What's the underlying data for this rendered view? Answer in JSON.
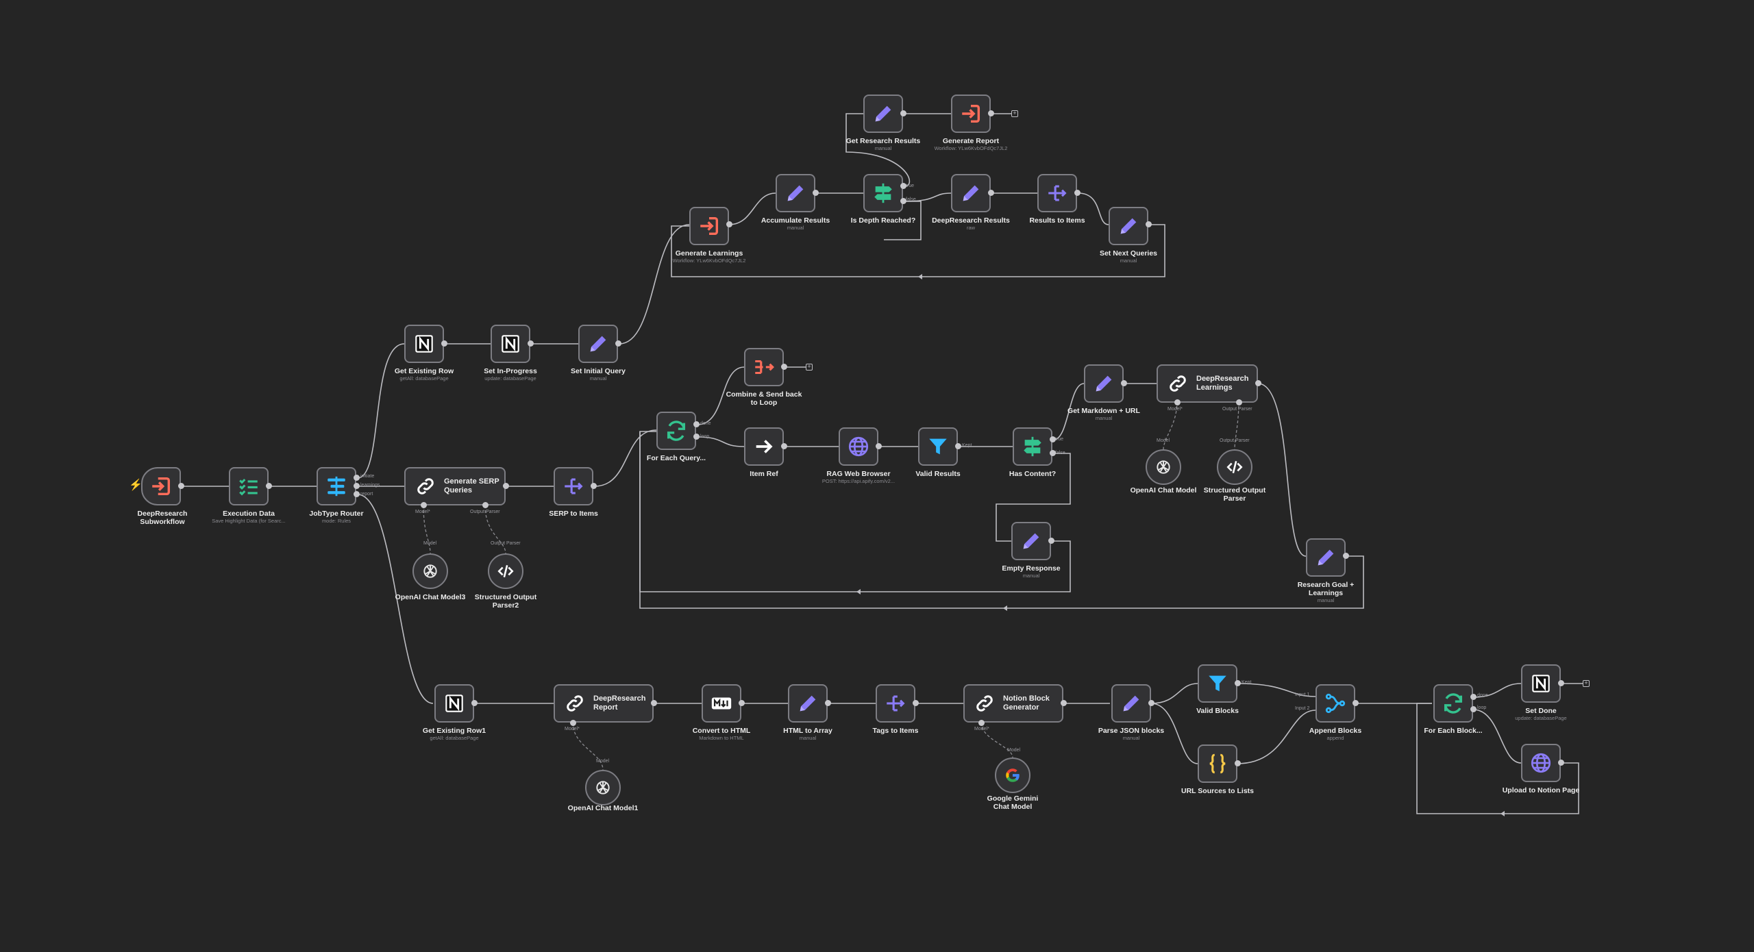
{
  "canvas": {
    "background": "#252525",
    "node_fill": "#323234",
    "node_border": "#7d7d83",
    "wire_color": "#bdbdc2"
  },
  "colors": {
    "notion": "#ffffff",
    "edit": "#8b7cf6",
    "router": "#2fb7ff",
    "filter": "#2fb7ff",
    "if": "#34c38f",
    "workflow": "#ff6d5a",
    "loop": "#34c38f",
    "globe": "#8b7cf6",
    "split": "#8b7cf6",
    "json": "#f7c948"
  },
  "nodes": {
    "trigger": {
      "title": "DeepResearch Subworkflow",
      "subtitle": "",
      "icon": "sign-in-icon"
    },
    "execution_data": {
      "title": "Execution Data",
      "subtitle": "Save Highlight Data (for Searc...",
      "icon": "checklist-icon"
    },
    "jobtype_router": {
      "title": "JobType Router",
      "subtitle": "mode: Rules",
      "icon": "router-icon",
      "outputs": [
        "initiate",
        "learnings",
        "report"
      ]
    },
    "get_existing_row": {
      "title": "Get Existing Row",
      "subtitle": "getAll: databasePage",
      "icon": "notion-icon"
    },
    "set_in_progress": {
      "title": "Set In-Progress",
      "subtitle": "update: databasePage",
      "icon": "notion-icon"
    },
    "set_initial_query": {
      "title": "Set Initial Query",
      "subtitle": "manual",
      "icon": "pencil-icon"
    },
    "generate_learnings": {
      "title": "Generate Learnings",
      "subtitle": "Workflow: YLw6KvbOFdQc7JL2",
      "icon": "sign-in-icon"
    },
    "accumulate_results": {
      "title": "Accumulate Results",
      "subtitle": "manual",
      "icon": "pencil-icon"
    },
    "is_depth_reached": {
      "title": "Is Depth Reached?",
      "subtitle": "",
      "icon": "signpost-icon",
      "outputs": [
        "true",
        "false"
      ]
    },
    "get_research_results": {
      "title": "Get Research Results",
      "subtitle": "manual",
      "icon": "pencil-icon"
    },
    "generate_report": {
      "title": "Generate Report",
      "subtitle": "Workflow: YLw6KvbOFdQc7JL2",
      "icon": "sign-in-icon"
    },
    "deepresearch_results": {
      "title": "DeepResearch Results",
      "subtitle": "raw",
      "icon": "pencil-icon"
    },
    "results_to_items": {
      "title": "Results to Items",
      "subtitle": "",
      "icon": "split-icon"
    },
    "set_next_queries": {
      "title": "Set Next Queries",
      "subtitle": "manual",
      "icon": "pencil-icon"
    },
    "generate_serp": {
      "title": "Generate SERP Queries",
      "subtitle": "",
      "icon": "chain-icon",
      "ports": [
        "Model*",
        "Output Parser"
      ]
    },
    "openai_model3": {
      "title": "OpenAI Chat Model3",
      "subtitle": "",
      "icon": "openai-icon",
      "port": "Model"
    },
    "structured_parser2": {
      "title": "Structured Output Parser2",
      "subtitle": "",
      "icon": "code-icon",
      "port": "Output Parser"
    },
    "serp_to_items": {
      "title": "SERP to Items",
      "subtitle": "",
      "icon": "split-icon"
    },
    "for_each_query": {
      "title": "For Each Query...",
      "subtitle": "",
      "icon": "loop-icon",
      "outputs": [
        "done",
        "loop"
      ]
    },
    "combine_send_back": {
      "title": "Combine & Send back to Loop",
      "subtitle": "",
      "icon": "merge-icon"
    },
    "item_ref": {
      "title": "Item Ref",
      "subtitle": "",
      "icon": "arrow-right-icon"
    },
    "rag_web_browser": {
      "title": "RAG Web Browser",
      "subtitle": "POST: https://api.apify.com/v2...",
      "icon": "globe-icon"
    },
    "valid_results": {
      "title": "Valid Results",
      "subtitle": "",
      "icon": "filter-icon",
      "outputs": [
        "Kept"
      ]
    },
    "has_content": {
      "title": "Has Content?",
      "subtitle": "",
      "icon": "signpost-icon",
      "outputs": [
        "true",
        "false"
      ]
    },
    "empty_response": {
      "title": "Empty Response",
      "subtitle": "manual",
      "icon": "pencil-icon"
    },
    "get_markdown_url": {
      "title": "Get Markdown + URL",
      "subtitle": "manual",
      "icon": "pencil-icon"
    },
    "deepresearch_learnings": {
      "title": "DeepResearch Learnings",
      "subtitle": "",
      "icon": "chain-icon",
      "ports": [
        "Model*",
        "Output Parser"
      ]
    },
    "openai_model": {
      "title": "OpenAI Chat Model",
      "subtitle": "",
      "icon": "openai-icon",
      "port": "Model"
    },
    "structured_parser": {
      "title": "Structured Output Parser",
      "subtitle": "",
      "icon": "code-icon",
      "port": "Output Parser"
    },
    "research_goal": {
      "title": "Research Goal + Learnings",
      "subtitle": "manual",
      "icon": "pencil-icon"
    },
    "get_existing_row1": {
      "title": "Get Existing Row1",
      "subtitle": "getAll: databasePage",
      "icon": "notion-icon"
    },
    "deepresearch_report": {
      "title": "DeepResearch Report",
      "subtitle": "",
      "icon": "chain-icon",
      "ports": [
        "Model*"
      ]
    },
    "openai_model1": {
      "title": "OpenAI Chat Model1",
      "subtitle": "",
      "icon": "openai-icon",
      "port": "Model"
    },
    "convert_to_html": {
      "title": "Convert to HTML",
      "subtitle": "Markdown to HTML",
      "icon": "markdown-icon"
    },
    "html_to_array": {
      "title": "HTML to Array",
      "subtitle": "manual",
      "icon": "pencil-icon"
    },
    "tags_to_items": {
      "title": "Tags to Items",
      "subtitle": "",
      "icon": "split-icon"
    },
    "notion_block_gen": {
      "title": "Notion Block Generator",
      "subtitle": "",
      "icon": "chain-icon",
      "ports": [
        "Model*"
      ]
    },
    "gemini_model": {
      "title": "Google Gemini Chat Model",
      "subtitle": "",
      "icon": "google-icon",
      "port": "Model"
    },
    "parse_json_blocks": {
      "title": "Parse JSON blocks",
      "subtitle": "manual",
      "icon": "pencil-icon"
    },
    "valid_blocks": {
      "title": "Valid Blocks",
      "subtitle": "",
      "icon": "filter-icon",
      "outputs": [
        "Kept"
      ]
    },
    "url_sources": {
      "title": "URL Sources to Lists",
      "subtitle": "",
      "icon": "braces-icon"
    },
    "append_blocks": {
      "title": "Append Blocks",
      "subtitle": "append",
      "icon": "merge-branch-icon",
      "inputs": [
        "Input 1",
        "Input 2"
      ]
    },
    "for_each_block": {
      "title": "For Each Block...",
      "subtitle": "",
      "icon": "loop-icon",
      "outputs": [
        "done",
        "loop"
      ]
    },
    "set_done": {
      "title": "Set Done",
      "subtitle": "update: databasePage",
      "icon": "notion-icon"
    },
    "upload_notion": {
      "title": "Upload to Notion Page",
      "subtitle": "",
      "icon": "globe-icon"
    }
  }
}
